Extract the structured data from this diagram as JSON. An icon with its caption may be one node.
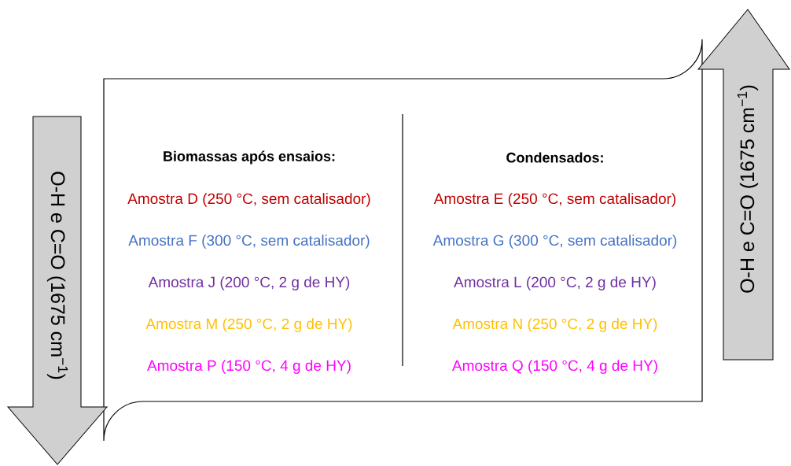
{
  "diagram": {
    "nodes": [
      {
        "text": [
          "Biomassas após ensaios:",
          "Amostra D (250 °C, sem catalisador)",
          "Amostra F (300 °C, sem catalisador)",
          "Amostra J (200 °C, 2 g de HY)",
          "Amostra M (250 °C, 2 g de HY)",
          "Amostra P (150 °C, 4 g de HY)",
          "Condensados:",
          "Amostra E (250 °C, sem catalisador)",
          "Amostra G (300 °C, sem catalisador)",
          "Amostra L (200 °C, 2 g de HY)",
          "Amostra N (250 °C, 2 g de HY)",
          "Amostra Q (150 °C, 4 g de HY)"
        ]
      },
      {
        "text": [
          "O-H e C=O (1675 cm$^{−1}$)"
        ]
      },
      {
        "text": [
          "O-H e C=O (1675 cm$^{−1}$)"
        ]
      }
    ]
  }
}
